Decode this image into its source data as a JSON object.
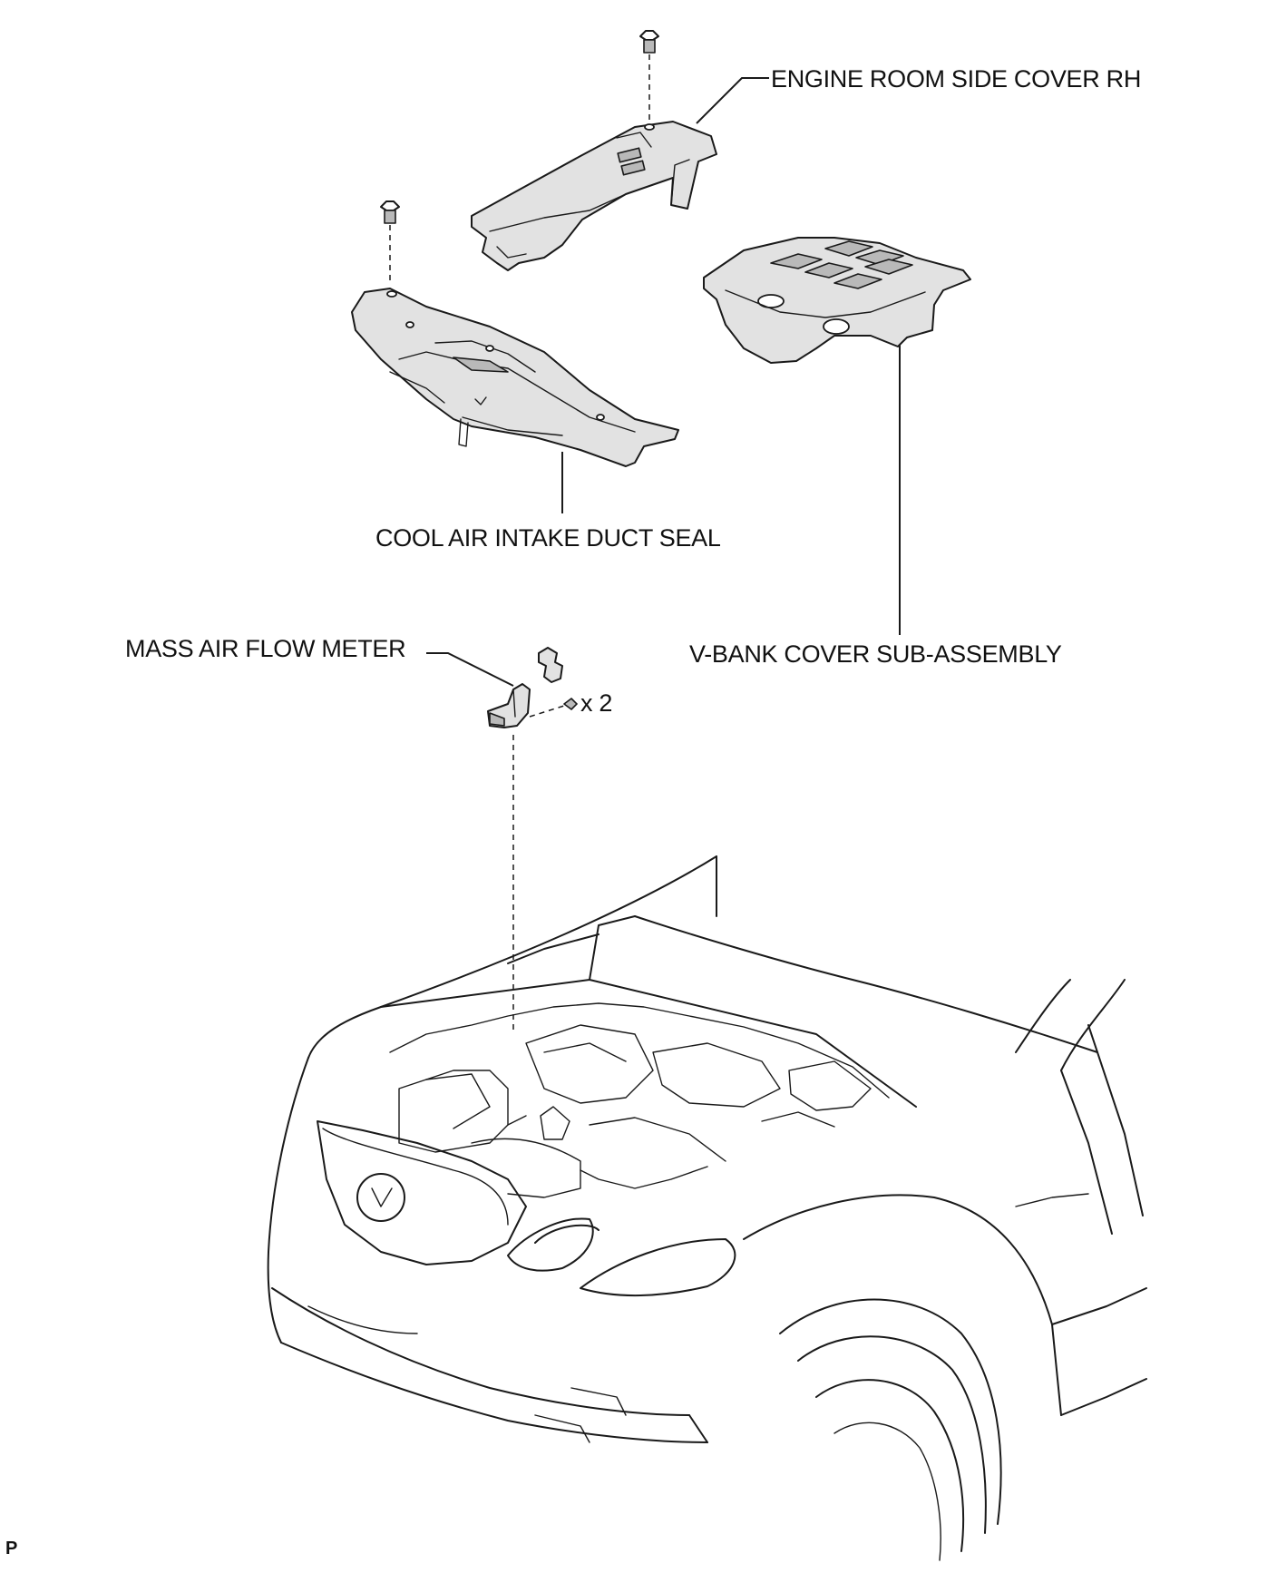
{
  "labels": {
    "engine_room_side_cover": "ENGINE ROOM SIDE COVER RH",
    "cool_air_intake_duct_seal": "COOL AIR INTAKE DUCT SEAL",
    "v_bank_cover": "V-BANK COVER SUB-ASSEMBLY",
    "mass_air_flow_meter": "MASS AIR FLOW METER",
    "screw_count": "x 2",
    "corner_mark": "P"
  },
  "colors": {
    "ink": "#1a1a1a",
    "part_fill": "#e2e2e2",
    "background": "#ffffff"
  }
}
